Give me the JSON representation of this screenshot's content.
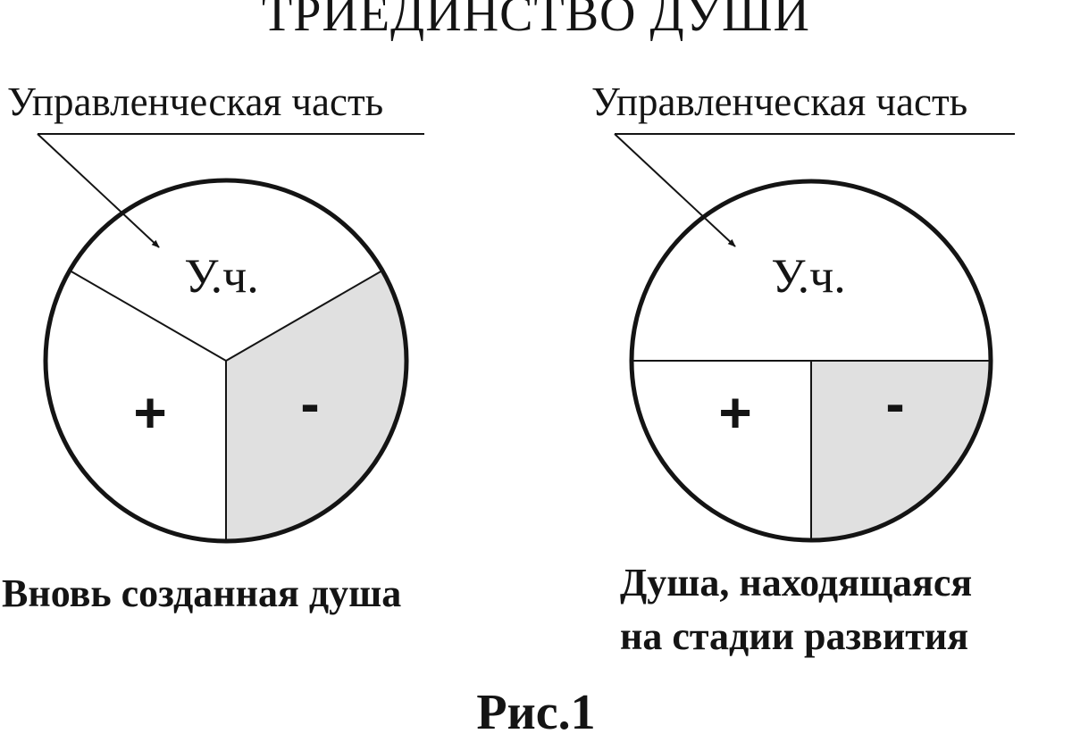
{
  "title": "ТРИЕДИНСТВО ДУШИ",
  "figure_caption": "Рис.1",
  "colors": {
    "stroke": "#141414",
    "negative_fill": "#e0e0e0",
    "background": "#ffffff"
  },
  "diagrams": [
    {
      "callout": "Управленческая часть",
      "control_segment": "У.ч.",
      "positive_segment": "+",
      "negative_segment": "-",
      "caption_lines": [
        "Вновь созданная душа"
      ]
    },
    {
      "callout": "Управленческая часть",
      "control_segment": "У.ч.",
      "positive_segment": "+",
      "negative_segment": "-",
      "caption_lines": [
        "Душа, находящаяся",
        "на стадии развития"
      ]
    }
  ]
}
